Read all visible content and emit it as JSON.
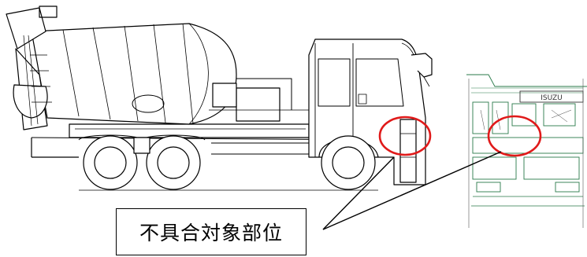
{
  "callout": {
    "label": "不具合対象部位"
  },
  "front_view": {
    "badge_text": "ISUZU"
  },
  "colors": {
    "highlight": "#e01a1a",
    "line": "#000000",
    "front_detail": "#2a7a4a"
  },
  "icons": [
    "mixer-truck-side-view",
    "truck-front-grille-closeup",
    "highlight-circle"
  ]
}
